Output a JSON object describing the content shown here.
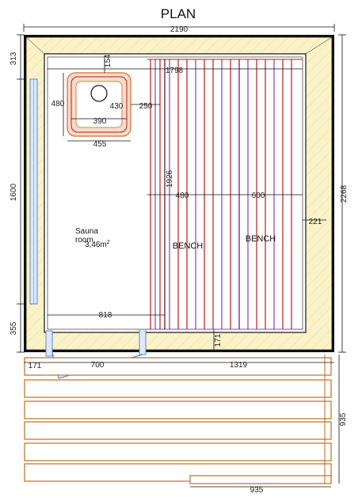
{
  "title": "PLAN",
  "room": {
    "name_line1": "Sauna",
    "name_line2": "room",
    "area": "3,46m",
    "area_sup": "2"
  },
  "bench_labels": [
    "BENCH",
    "BENCH"
  ],
  "dimensions": {
    "overall_width": "2190",
    "overall_depth": "2268",
    "inner_bench_width": "1798",
    "heater_offset_top": "154",
    "heater_depth": "480",
    "heater_inner_width": "430",
    "heater_to_bench": "250",
    "heater_inner_base": "390",
    "heater_width": "455",
    "bench_length": "1926",
    "bench_lower_width": "480",
    "bench_upper_width": "600",
    "bench_gap_right": "221",
    "window_offset_top": "313",
    "window_height": "1600",
    "window_offset_bottom": "355",
    "floor_width": "818",
    "bench_gap_bottom": "171",
    "door_offset_left": "171",
    "door_width": "700",
    "door_to_right": "1319",
    "terrace_depth": "935",
    "terrace_step_width": "935"
  },
  "colors": {
    "wall_fill": "#fbf3c8",
    "bench_red": "#c0181e",
    "bench_purple": "#8a3fb0",
    "heater_orange": "#d98452",
    "deck_brown": "#c26d1c",
    "glass_blue": "#5b86d6",
    "dimension_line": "#111111"
  }
}
